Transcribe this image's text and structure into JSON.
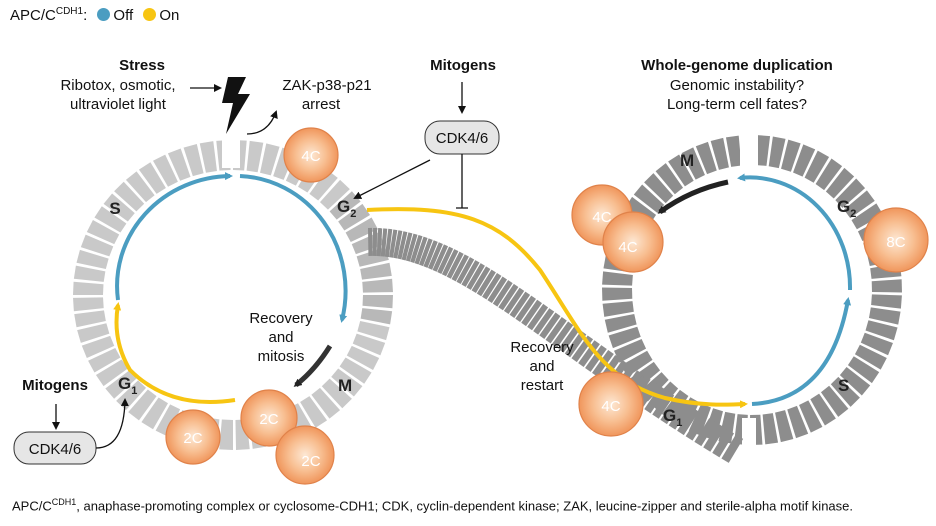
{
  "legend": {
    "label": "APC/C",
    "label_sup": "CDH1",
    "label_suffix": ":",
    "off": "Off",
    "on": "On",
    "off_color": "#4b9dc1",
    "on_color": "#f7c512"
  },
  "stress": {
    "title": "Stress",
    "line1": "Ribotox, osmotic,",
    "line2": "ultraviolet light",
    "icon": "lightning-bolt-icon"
  },
  "arrest": {
    "line1": "ZAK-p38-p21",
    "line2": "arrest"
  },
  "mitogens_top": {
    "title": "Mitogens",
    "box": "CDK4/6"
  },
  "mitogens_bottom": {
    "title": "Mitogens",
    "box": "CDK4/6"
  },
  "wgd": {
    "title": "Whole-genome duplication",
    "line1": "Genomic instability?",
    "line2": "Long-term cell fates?"
  },
  "recovery_mitosis": {
    "line1": "Recovery",
    "line2": "and",
    "line3": "mitosis"
  },
  "recovery_restart": {
    "line1": "Recovery",
    "line2": "and",
    "line3": "restart"
  },
  "phases": {
    "S": "S",
    "G2": "G",
    "G2_sub": "2",
    "M": "M",
    "G1": "G",
    "G1_sub": "1"
  },
  "cells": {
    "c4": "4C",
    "c2": "2C",
    "c8": "8C"
  },
  "footer": {
    "prefix": "APC/C",
    "sup": "CDH1",
    "text": ", anaphase-promoting complex or cyclosome-CDH1; CDK, cyclin-dependent kinase; ZAK, leucine-zipper and sterile-alpha motif kinase."
  },
  "colors": {
    "segment_light": "#c9c9c9",
    "segment_dark": "#8d8d8d",
    "cell_fill": "#f7b98a",
    "cell_stroke": "#e0824a"
  }
}
